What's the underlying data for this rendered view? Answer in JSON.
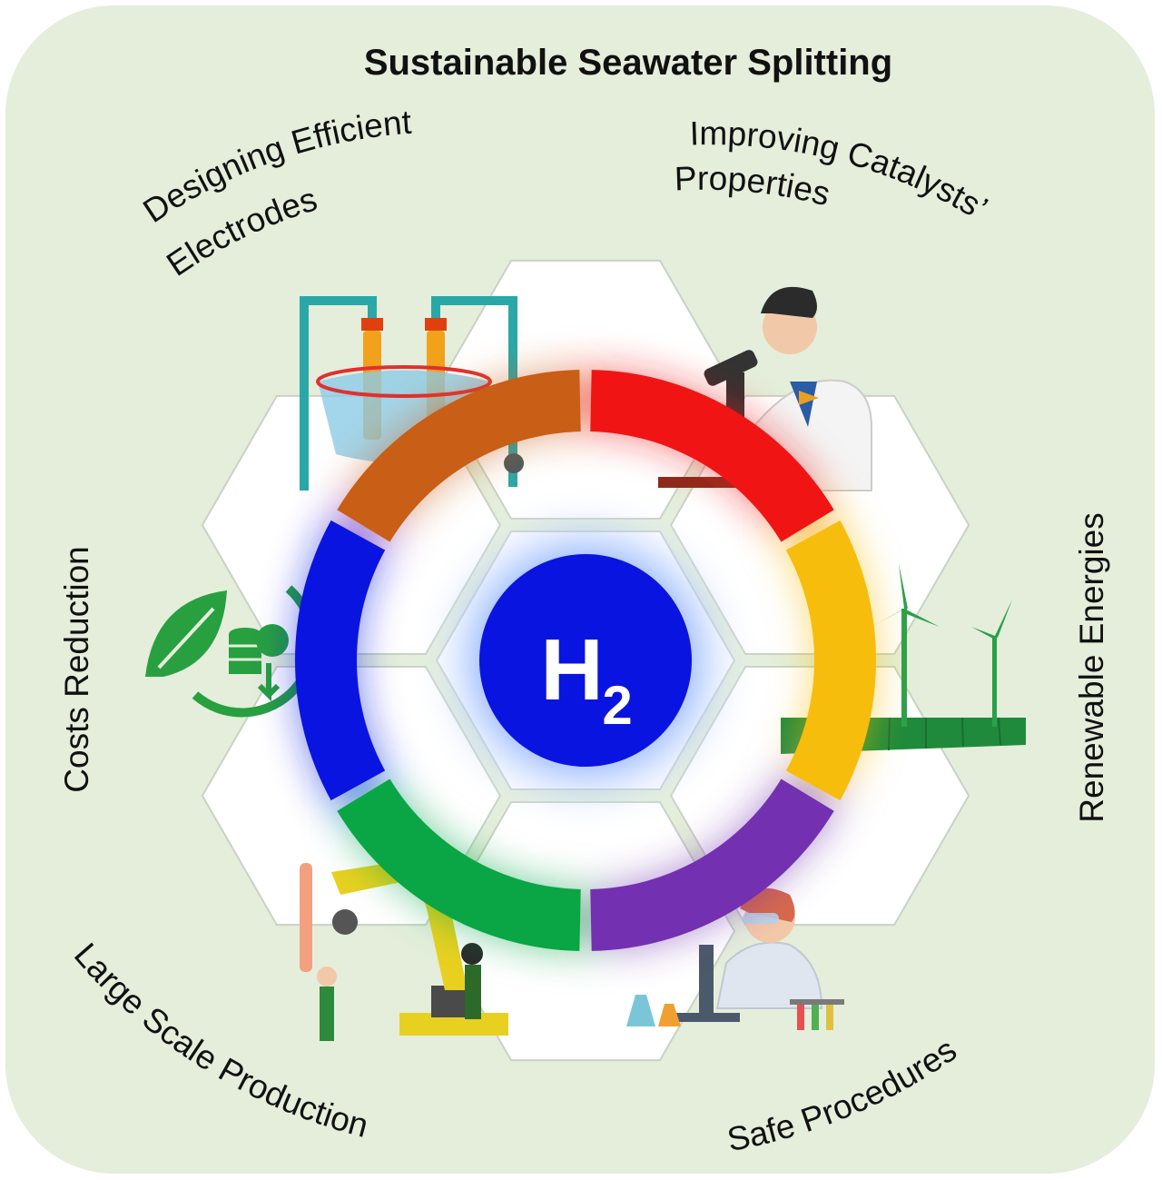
{
  "title": "Sustainable Seawater Splitting",
  "center": {
    "symbol": "H",
    "subscript": "2",
    "color": "#0a14e0"
  },
  "background_color": "#e4eedb",
  "segments": [
    {
      "id": "electrodes",
      "lines": [
        "Designing Efficient",
        "Electrodes"
      ],
      "color": "#c95e16",
      "icon": "electrolysis-cell-icon"
    },
    {
      "id": "catalysts",
      "lines": [
        "Improving Catalysts’",
        "Properties"
      ],
      "color": "#f01414",
      "icon": "scientist-microscope-icon"
    },
    {
      "id": "renewable",
      "lines": [
        "Renewable Energies"
      ],
      "color": "#f7bd0d",
      "icon": "wind-solar-icon"
    },
    {
      "id": "safe",
      "lines": [
        "Safe Procedures"
      ],
      "color": "#7330b0",
      "icon": "lab-researcher-icon"
    },
    {
      "id": "large-scale",
      "lines": [
        "Large Scale Production"
      ],
      "color": "#0aa544",
      "icon": "industrial-robot-icon"
    },
    {
      "id": "costs",
      "lines": [
        "Costs Reduction"
      ],
      "color": "#0a14e0",
      "icon": "cost-savings-icon"
    }
  ]
}
